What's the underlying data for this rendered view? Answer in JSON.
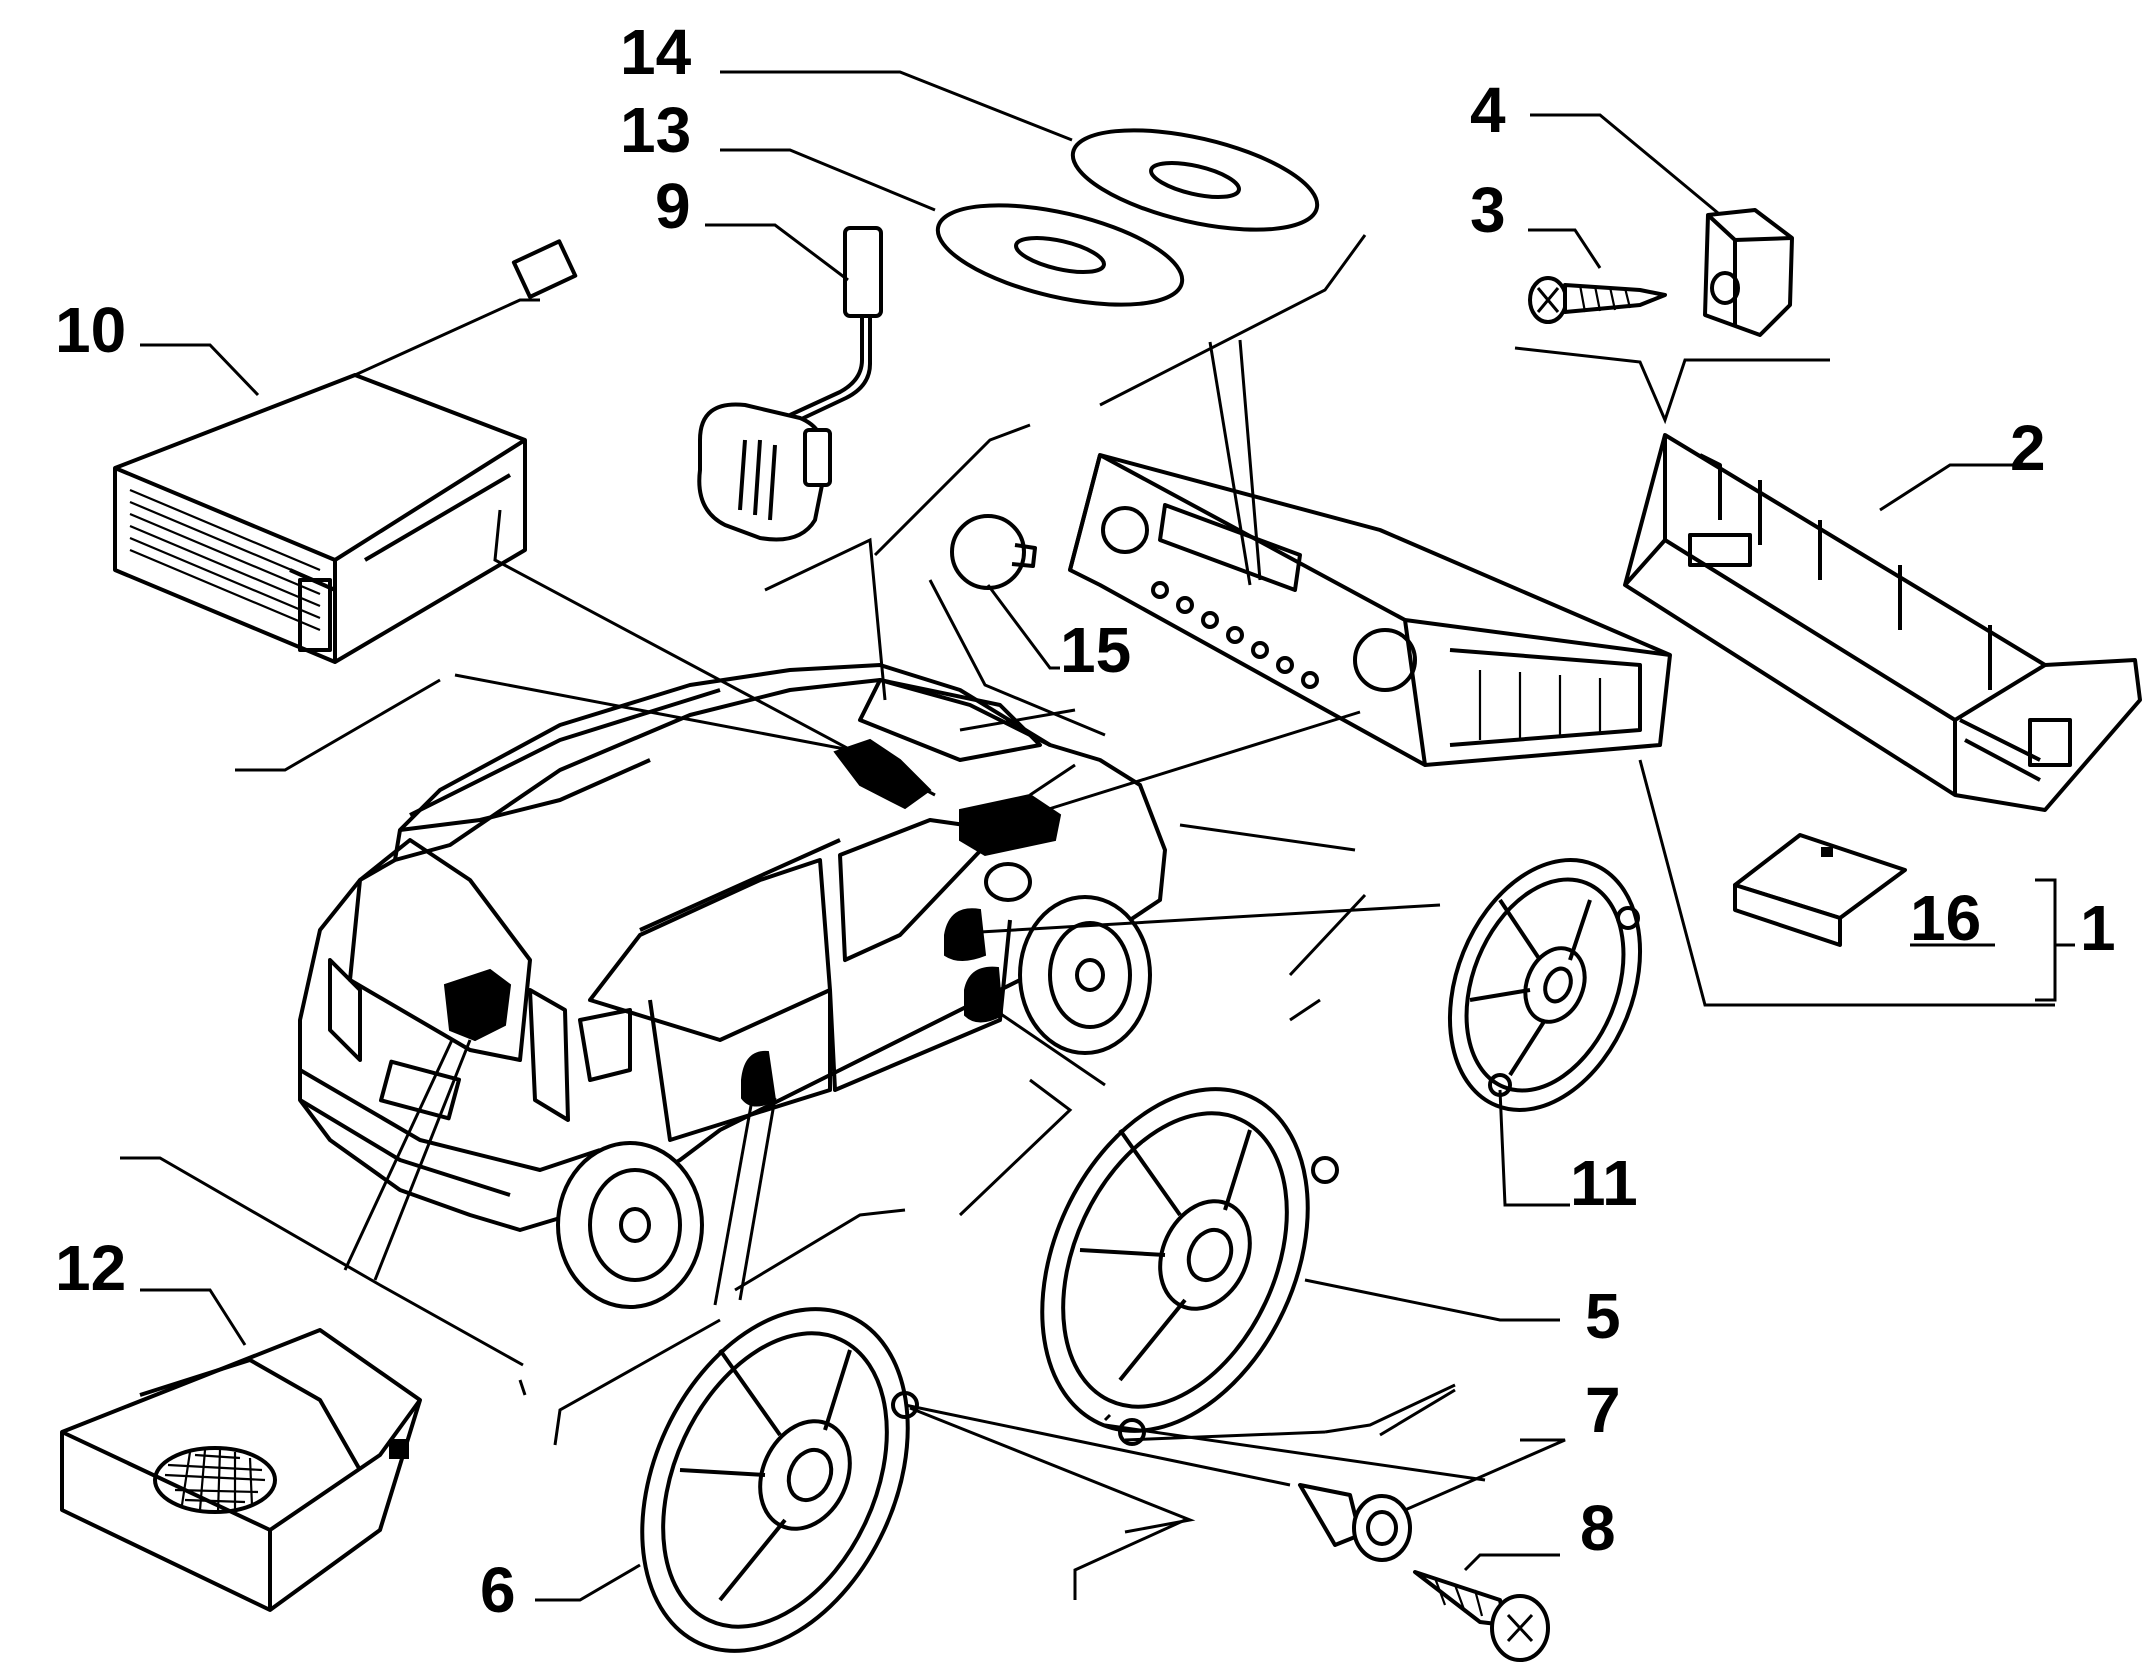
{
  "diagram": {
    "labels": {
      "part_1": "1",
      "part_2": "2",
      "part_3": "3",
      "part_4": "4",
      "part_5": "5",
      "part_6": "6",
      "part_7": "7",
      "part_8": "8",
      "part_9": "9",
      "part_10": "10",
      "part_11": "11",
      "part_12": "12",
      "part_13": "13",
      "part_14": "14",
      "part_15": "15",
      "part_16": "16"
    }
  }
}
